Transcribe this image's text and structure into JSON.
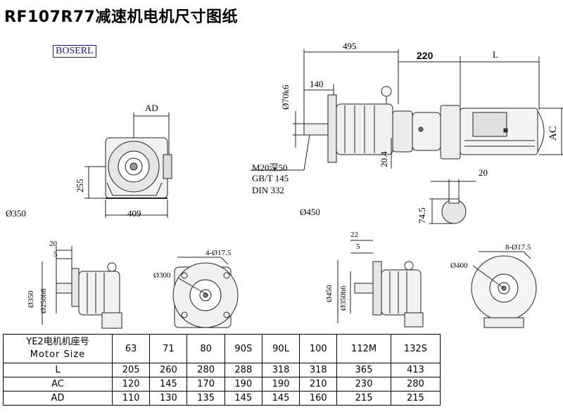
{
  "title": "RF107R77减速机电机尺寸图纸",
  "logo": "BOSERL",
  "dims": {
    "ad": "AD",
    "d255": "255",
    "d409": "409",
    "d350_main": "Ø350",
    "d495": "495",
    "d220": "220",
    "L": "L",
    "d140": "140",
    "d70k6": "Ø70k6",
    "ac": "AC",
    "d20_4": "20.4",
    "m20": "M20深50",
    "gbt": "GB/T 145",
    "din": "DIN 332",
    "d450_main": "Ø450",
    "d20_key": "20",
    "d74_5": "74.5",
    "f1_20": "20",
    "f1_5": "5",
    "f1_350": "Ø350",
    "f1_250": "Ø250h6",
    "f1_300": "Ø300",
    "f1_holes": "4-Ø17.5",
    "f2_22": "22",
    "f2_5": "5",
    "f2_450": "Ø450",
    "f2_350": "Ø350h6",
    "f2_400": "Ø400",
    "f2_holes": "8-Ø17.5"
  },
  "table": {
    "header_cn": "YE2电机机座号",
    "header_en": "Motor Size",
    "sizes": [
      "63",
      "71",
      "80",
      "90S",
      "90L",
      "100",
      "112M",
      "132S"
    ],
    "rows": [
      {
        "label": "L",
        "values": [
          "205",
          "260",
          "280",
          "288",
          "318",
          "318",
          "365",
          "413"
        ]
      },
      {
        "label": "AC",
        "values": [
          "120",
          "145",
          "170",
          "190",
          "190",
          "210",
          "230",
          "280"
        ]
      },
      {
        "label": "AD",
        "values": [
          "110",
          "130",
          "135",
          "145",
          "145",
          "160",
          "215",
          "215"
        ]
      }
    ]
  }
}
